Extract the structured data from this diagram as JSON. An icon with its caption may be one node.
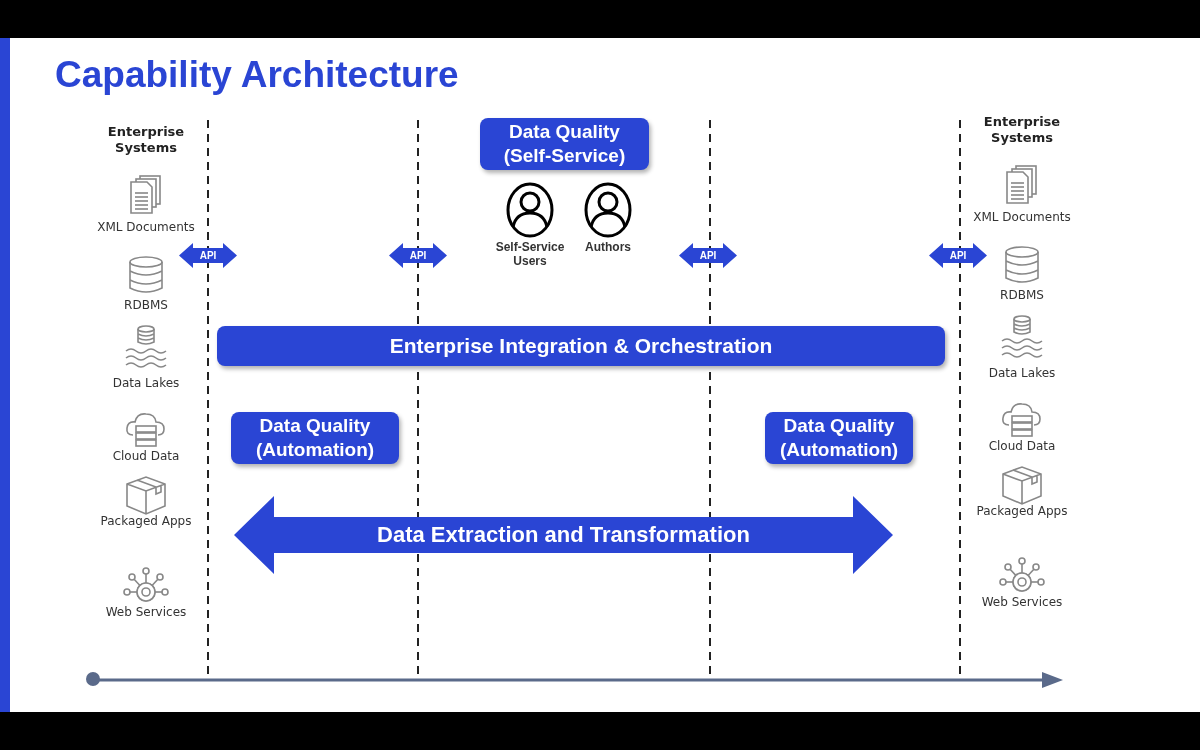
{
  "diagram": {
    "title": "Capability Architecture",
    "nodes": [
      {
        "text": [
          "Data Quality (Self-Service)"
        ]
      },
      {
        "text": [
          "Self-Service Users"
        ]
      },
      {
        "text": [
          "Authors"
        ]
      },
      {
        "text": [
          "API"
        ]
      },
      {
        "text": [
          "API"
        ]
      },
      {
        "text": [
          "API"
        ]
      },
      {
        "text": [
          "API"
        ]
      },
      {
        "text": [
          "Enterprise Integration & Orchestration"
        ]
      },
      {
        "text": [
          "Data Quality (Automation)"
        ]
      },
      {
        "text": [
          "Data Quality (Automation)"
        ]
      },
      {
        "text": [
          "Data Extraction and Transformation"
        ]
      }
    ],
    "labels": [
      "Enterprise Systems",
      "XML Documents",
      "RDBMS",
      "Data Lakes",
      "Cloud Data",
      "Packaged Apps",
      "Web Services",
      "Enterprise Systems",
      "XML Documents",
      "RDBMS",
      "Data Lakes",
      "Cloud Data",
      "Packaged Apps",
      "Web Services"
    ]
  }
}
